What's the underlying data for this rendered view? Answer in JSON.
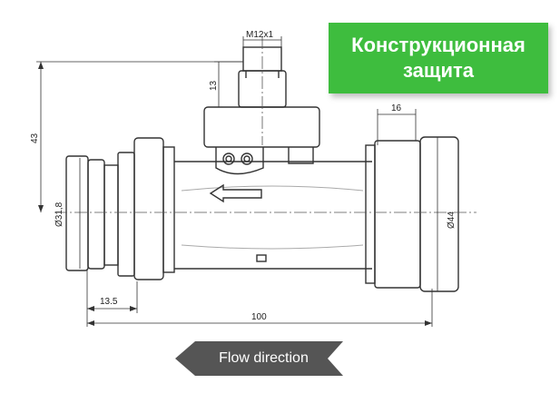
{
  "badge": {
    "line1": "Конструкционная",
    "line2": "защита",
    "background": "#3ebd3e"
  },
  "flow": {
    "label": "Flow direction",
    "arrow_color": "#555555"
  },
  "dimensions": {
    "thread": "M12x1",
    "height_13": "13",
    "height_43": "43",
    "width_16": "16",
    "dia_left": "Ø31,8",
    "dia_right": "Ø44",
    "offset_13_5": "13.5",
    "length_100": "100"
  }
}
